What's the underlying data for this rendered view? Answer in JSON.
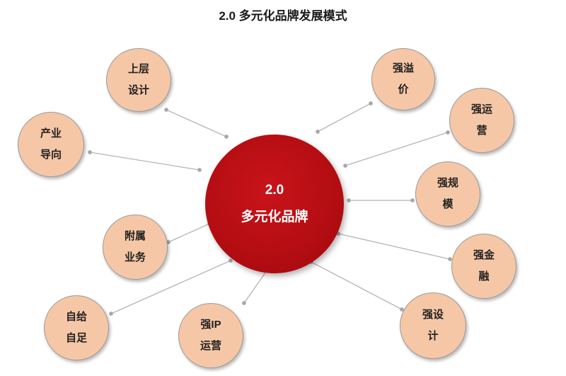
{
  "title": "2.0 多元化品牌发展模式",
  "center": {
    "line1": "2.0",
    "line2": "多元化品牌",
    "color": "#b30d12"
  },
  "node_color": "#f6c7a6",
  "nodes": [
    {
      "line1": "上层",
      "line2": "设计"
    },
    {
      "line1": "产业",
      "line2": "导向"
    },
    {
      "line1": "附属",
      "line2": "业务"
    },
    {
      "line1": "自给",
      "line2": "自足"
    },
    {
      "line1": "强IP",
      "line2": "运营"
    },
    {
      "line1": "强溢",
      "line2": "价"
    },
    {
      "line1": "强运",
      "line2": "营"
    },
    {
      "line1": "强规",
      "line2": "模"
    },
    {
      "line1": "强金",
      "line2": "融"
    },
    {
      "line1": "强设",
      "line2": "计"
    }
  ]
}
